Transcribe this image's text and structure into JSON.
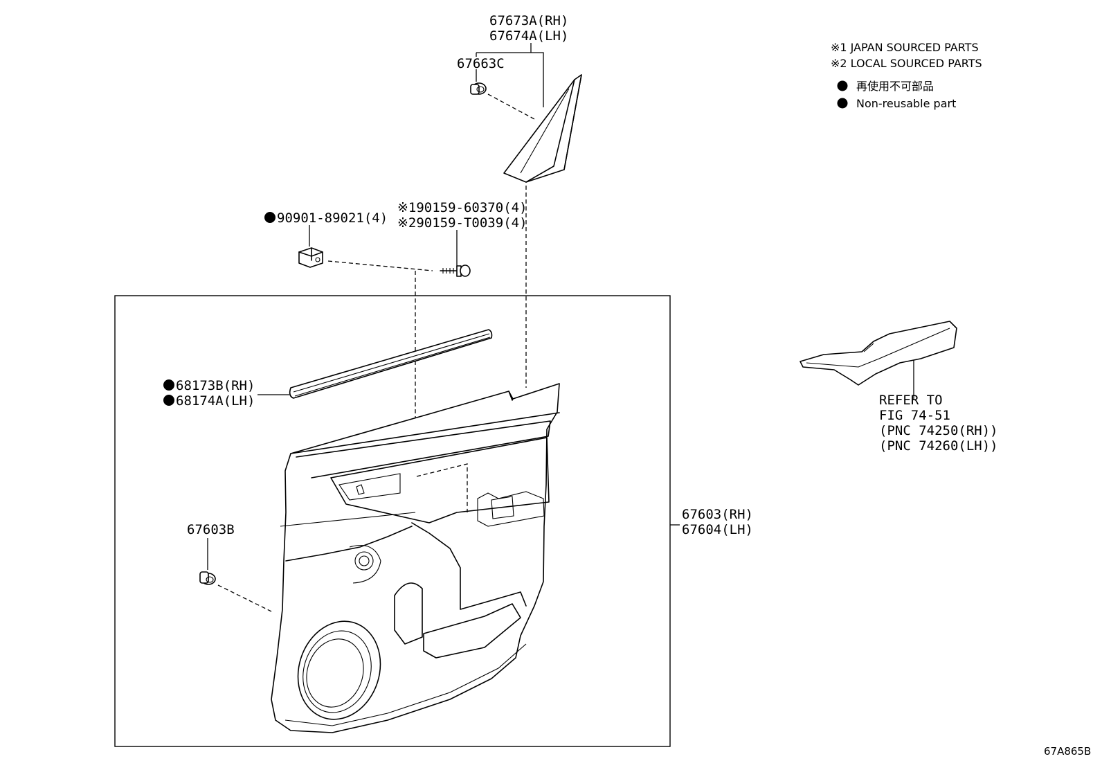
{
  "legend": {
    "note1": "※1 JAPAN SOURCED PARTS",
    "note2": "※2 LOCAL SOURCED PARTS",
    "nonreusable_jp": "再使用不可部品",
    "nonreusable_en": "Non-reusable part"
  },
  "labels": {
    "garnish_rh": "67673A(RH)",
    "garnish_lh": "67674A(LH)",
    "clip_67663c": "67663C",
    "screw_1": "※190159-60370(4)",
    "screw_2": "※290159-T0039(4)",
    "clip_90901": "90901-89021(4)",
    "weatherstrip_rh": "68173B(RH)",
    "weatherstrip_lh": "68174A(LH)",
    "clip_67603b": "67603B",
    "panel_rh": "67603(RH)",
    "panel_lh": "67604(LH)",
    "refer_1": "REFER TO",
    "refer_2": "FIG 74-51",
    "refer_3": "(PNC 74250(RH))",
    "refer_4": "(PNC 74260(LH))"
  },
  "diagram_code": "67A865B"
}
